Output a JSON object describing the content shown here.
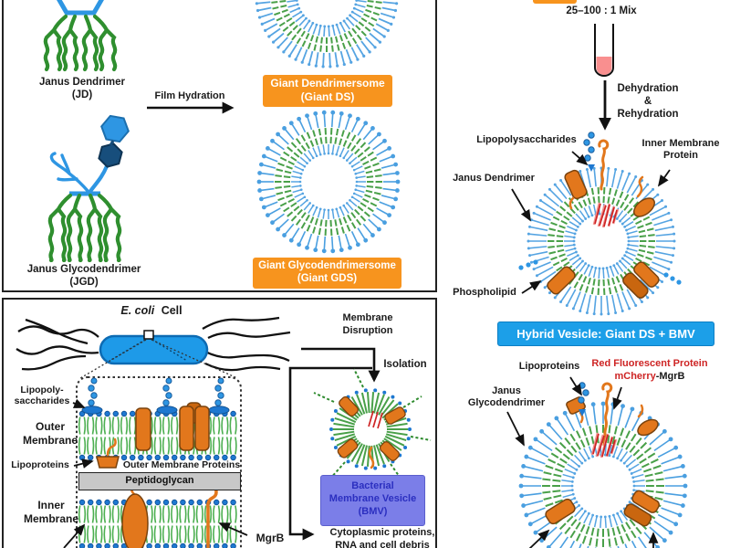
{
  "colors": {
    "dendrimer_blue": "#2E96E3",
    "glyco_dark_blue": "#174E7C",
    "tail_green": "#3C9E3C",
    "label_orange": "#F7941E",
    "protein_orange": "#E2771C",
    "banner_blue": "#1C9FE8",
    "bmv_purple": "#7B7EE8",
    "bmv_text": "#2B2FC0",
    "mcherry_red": "#CE2424",
    "tube_pink": "#F98F8F",
    "peptidoglycan_gray": "#C8C8C8",
    "cell_blue": "#1E9AE8"
  },
  "tl": {
    "jd": "Janus Dendrimer",
    "jd_abbr": "(JD)",
    "jgd": "Janus Glycodendrimer",
    "jgd_abbr": "(JGD)",
    "film": "Film Hydration",
    "ds1": "Giant Dendrimersome",
    "ds2": "(Giant DS)",
    "gds1": "Giant Glycodendrimersome",
    "gds2": "(Giant GDS)"
  },
  "tr": {
    "mix": "25–100 : 1 Mix",
    "dehyd1": "Dehydration",
    "dehyd2": "&",
    "dehyd3": "Rehydration",
    "lps": "Lipopolysaccharides",
    "imp1": "Inner Membrane",
    "imp2": "Protein",
    "jd": "Janus Dendrimer",
    "phospholipid": "Phospholipid",
    "banner": "Hybrid Vesicle: Giant DS + BMV"
  },
  "br": {
    "lipoproteins": "Lipoproteins",
    "rfp": "Red Fluorescent Protein",
    "mcherry": "mCherry",
    "mgrb_suffix": "-MgrB",
    "jgd1": "Janus",
    "jgd2": "Glycodendrimer"
  },
  "bl": {
    "title_italic": "E. coli",
    "title_rest": "Cell",
    "lps1": "Lipopoly-",
    "lps2": "saccharides",
    "om1": "Outer",
    "om2": "Membrane",
    "lipoproteins": "Lipoproteins",
    "omp": "Outer Membrane Proteins",
    "peptidoglycan": "Peptidoglycan",
    "im1": "Inner",
    "im2": "Membrane",
    "mgrb": "MgrB",
    "dis1": "Membrane",
    "dis2": "Disruption",
    "isolation": "Isolation",
    "bmv1": "Bacterial",
    "bmv2": "Membrane Vesicle",
    "bmv3": "(BMV)",
    "debris1": "Cytoplasmic proteins,",
    "debris2": "RNA and cell debris"
  }
}
